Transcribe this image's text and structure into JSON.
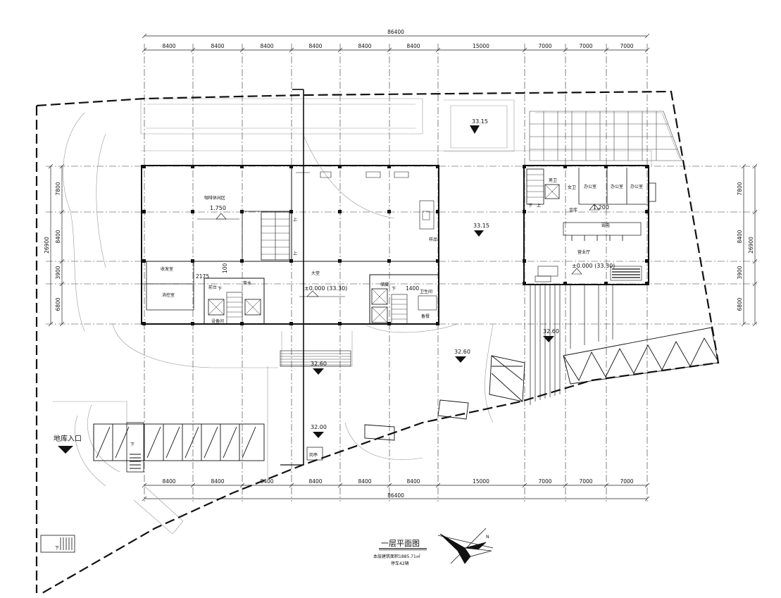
{
  "plan": {
    "title": "一层平面图",
    "area_note": "本层建筑面积1885.71㎡",
    "parking_note": "停车42辆",
    "north_label": "N"
  },
  "dims_top": {
    "total": "86400",
    "bays": [
      "8400",
      "8400",
      "8400",
      "8400",
      "8400",
      "8400",
      "15000",
      "7000",
      "7000",
      "7000"
    ]
  },
  "dims_bottom": {
    "total": "86400",
    "bays": [
      "8400",
      "8400",
      "8400",
      "8400",
      "8400",
      "8400",
      "15000",
      "7000",
      "7000",
      "7000"
    ]
  },
  "dims_side": {
    "total": "26900",
    "bays": [
      "7800",
      "8400",
      "3900",
      "6800"
    ]
  },
  "rooms": {
    "cafe": "咖啡休闲区",
    "mailroom": "收发室",
    "firecontrol": "消控室",
    "lobby": "大堂",
    "office1": "办公室",
    "office2": "办公室",
    "office3": "办公室",
    "business_hall": "营业厅",
    "guard": "岗亭",
    "garage_entrance": "地库入口",
    "equipment": "设备间",
    "front_desk": "前台",
    "storage": "储藏",
    "toilet": "卫生间",
    "toilet2": "男卫",
    "prep": "备餐",
    "sample": "样品",
    "pantry": "茶水",
    "wc": "女卫",
    "safe": "金库",
    "server": "弱电"
  },
  "elevations": {
    "cafe_level": "1.750",
    "lobby_level": "±0.000 (33.30)",
    "hall_level": "±0.000 (33.30)",
    "upper_level": "1.200",
    "yard1": "33.15",
    "yard2": "33.15",
    "ground1": "32.60",
    "ground2": "32.60",
    "ground3": "32.60",
    "ground4": "32.00"
  },
  "small_dims": {
    "d2175": "2175",
    "d100": "100",
    "d1400": "1400"
  },
  "stair_labels": {
    "down": "下",
    "up": "上"
  }
}
